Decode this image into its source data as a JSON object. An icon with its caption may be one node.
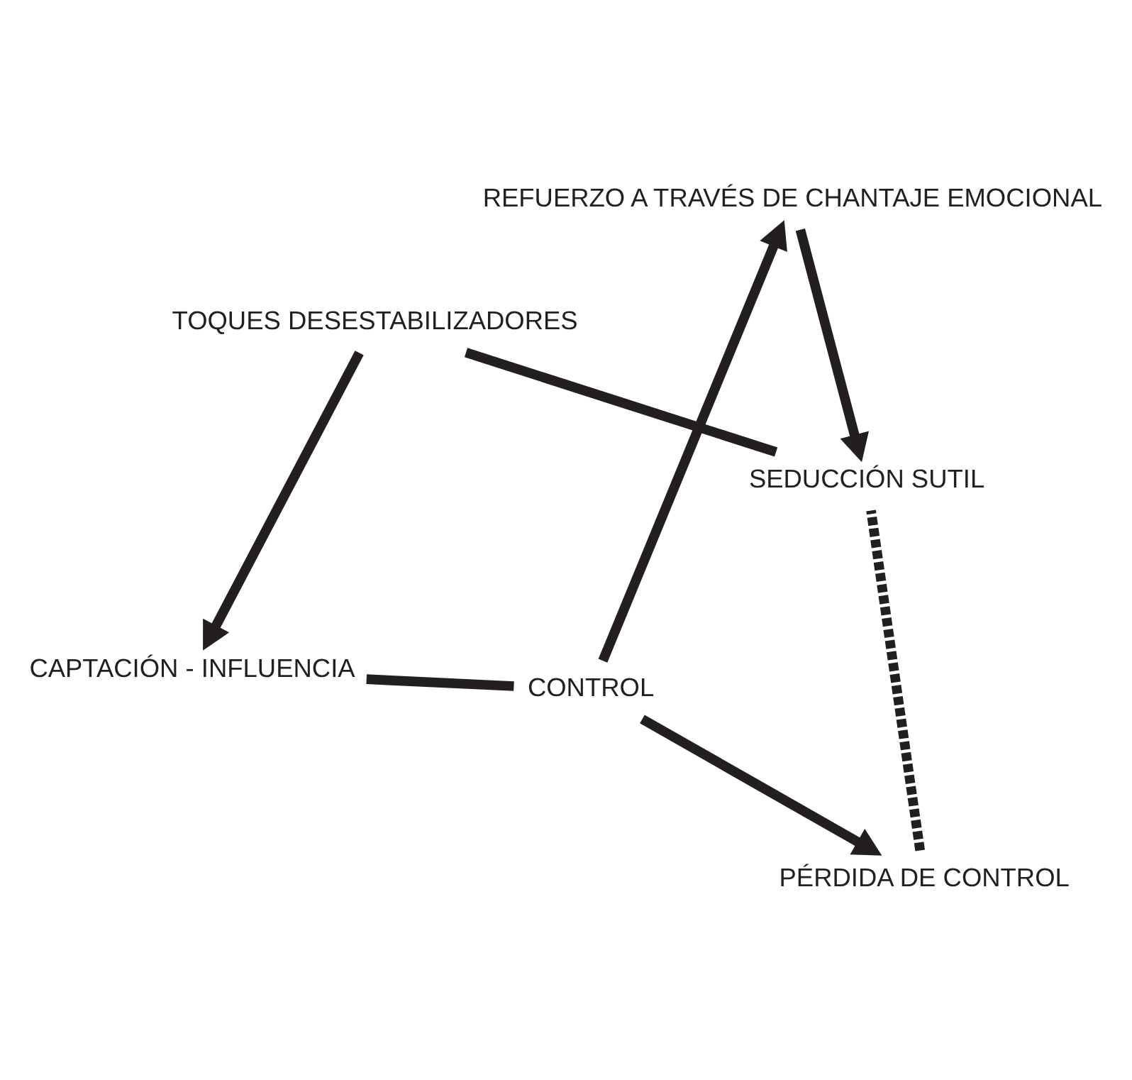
{
  "diagram": {
    "nodes": [
      {
        "text": [
          "CAPTACIÓN - INFLUENCIA"
        ]
      },
      {
        "text": [
          "CONTROL"
        ]
      },
      {
        "text": [
          "PÉRDIDA DE CONTROL"
        ]
      },
      {
        "text": [
          "REFUERZO A TRAVÉS DE CHANTAJE EMOCIONAL"
        ]
      },
      {
        "text": [
          "SEDUCCIÓN SUTIL"
        ]
      },
      {
        "text": [
          "TOQUES DESESTABILIZADORES"
        ]
      }
    ],
    "edges": [
      {
        "from": 5,
        "to": 0,
        "arrow": "to"
      },
      {
        "from": 0,
        "to": 1,
        "arrow": "none"
      },
      {
        "from": 1,
        "to": 2,
        "arrow": "to"
      },
      {
        "from": 1,
        "to": 3,
        "arrow": "to"
      },
      {
        "from": 3,
        "to": 4,
        "arrow": "to"
      },
      {
        "from": 4,
        "to": 5,
        "arrow": "none"
      },
      {
        "from": 2,
        "to": 4,
        "arrow": "none",
        "style": "dashed"
      }
    ]
  }
}
